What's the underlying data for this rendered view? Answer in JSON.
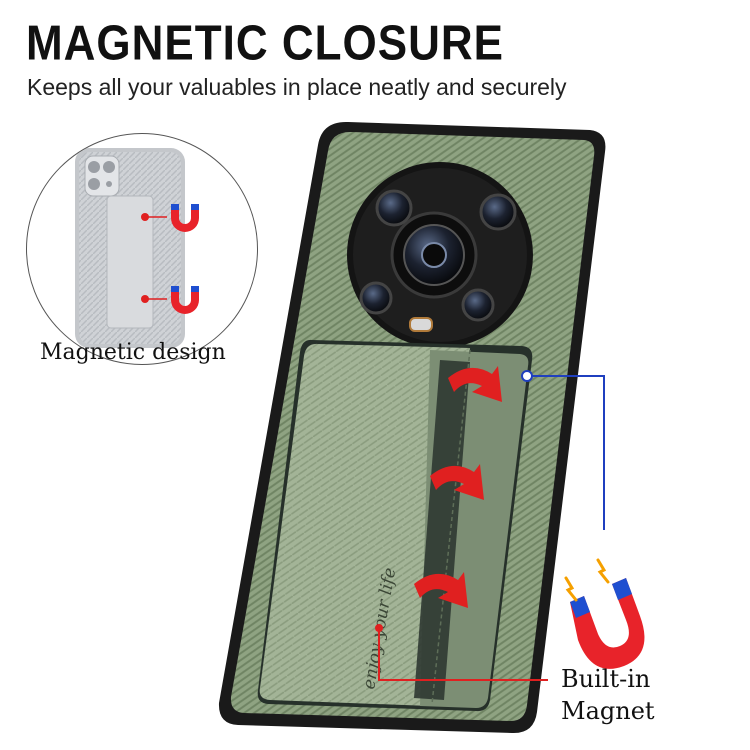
{
  "header": {
    "title": "MAGNETIC CLOSURE",
    "subtitle": "Keeps all your valuables in place neatly and securely"
  },
  "inset": {
    "caption": "Magnetic design"
  },
  "callout": {
    "line1": "Built-in",
    "line2": "Magnet"
  },
  "card_slot_text": "enjoy your life",
  "colors": {
    "case_green": "#8a9e7c",
    "bumper": "#1a1a1a",
    "arrow_red": "#e02020",
    "leader_blue": "#1f3fbf",
    "magnet_red": "#e8232a",
    "magnet_blue": "#1f4fd0"
  }
}
